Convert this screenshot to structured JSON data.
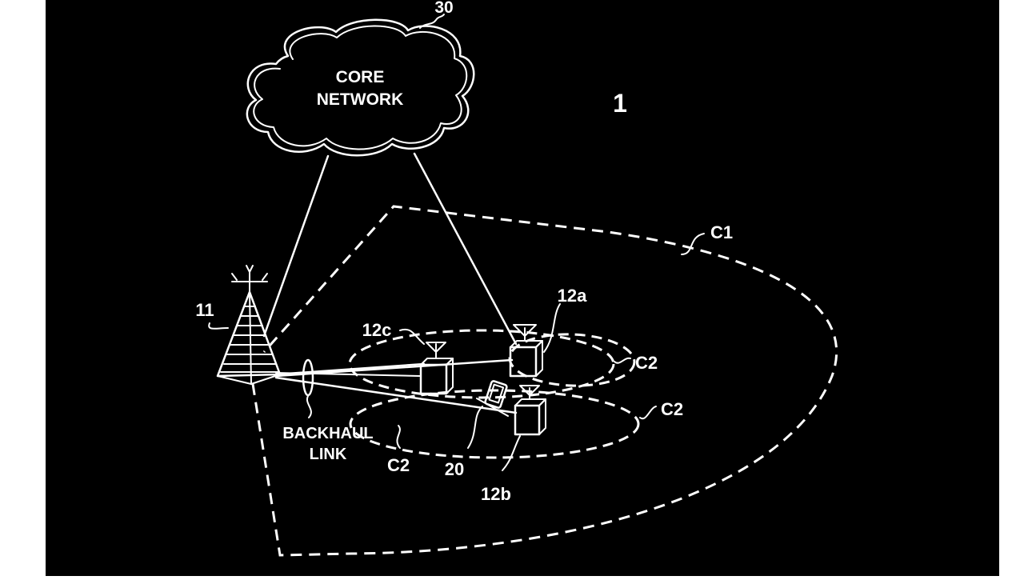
{
  "figure": {
    "number": "1",
    "colors": {
      "background": "#000000",
      "lines": "#ffffff",
      "margin": "#ffffff"
    }
  },
  "core_network": {
    "label_line1": "CORE",
    "label_line2": "NETWORK",
    "ref": "30"
  },
  "macro_base_station": {
    "ref": "11",
    "icon": "cell-tower-icon"
  },
  "small_cells": [
    {
      "ref": "12a",
      "icon": "small-cell-node-icon"
    },
    {
      "ref": "12b",
      "icon": "small-cell-node-icon"
    },
    {
      "ref": "12c",
      "icon": "small-cell-node-icon"
    }
  ],
  "user_equipment": {
    "ref": "20",
    "icon": "mobile-device-icon"
  },
  "backhaul": {
    "label_line1": "BACKHAUL",
    "label_line2": "LINK"
  },
  "coverage": {
    "macro_cell": "C1",
    "small_cell_labels": [
      "C2",
      "C2",
      "C2"
    ]
  }
}
